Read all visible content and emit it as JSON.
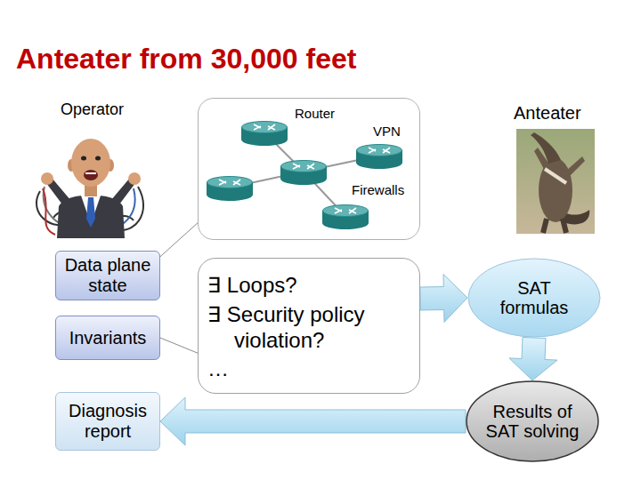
{
  "diagram": {
    "title": "Anteater from 30,000 feet",
    "nodes": [
      {
        "text": [
          "Router",
          "VPN",
          "Firewalls"
        ]
      },
      {
        "text": [
          "Data plane state"
        ]
      },
      {
        "text": [
          "Invariants"
        ]
      },
      {
        "text": [
          "∃ Loops?",
          "∃ Security policy violation?",
          "…"
        ]
      },
      {
        "text": [
          "SAT formulas"
        ]
      },
      {
        "text": [
          "Diagnosis report"
        ]
      },
      {
        "text": [
          "Results of SAT solving"
        ]
      }
    ],
    "edges": [
      {
        "from": 1,
        "to": 0,
        "arrow": "none"
      },
      {
        "from": 2,
        "to": 3,
        "arrow": "none"
      },
      {
        "from": 3,
        "to": 4,
        "arrow": "to"
      },
      {
        "from": 4,
        "to": 6,
        "arrow": "to"
      },
      {
        "from": 6,
        "to": 5,
        "arrow": "to"
      }
    ],
    "labels": [
      "Operator",
      "Anteater"
    ]
  }
}
